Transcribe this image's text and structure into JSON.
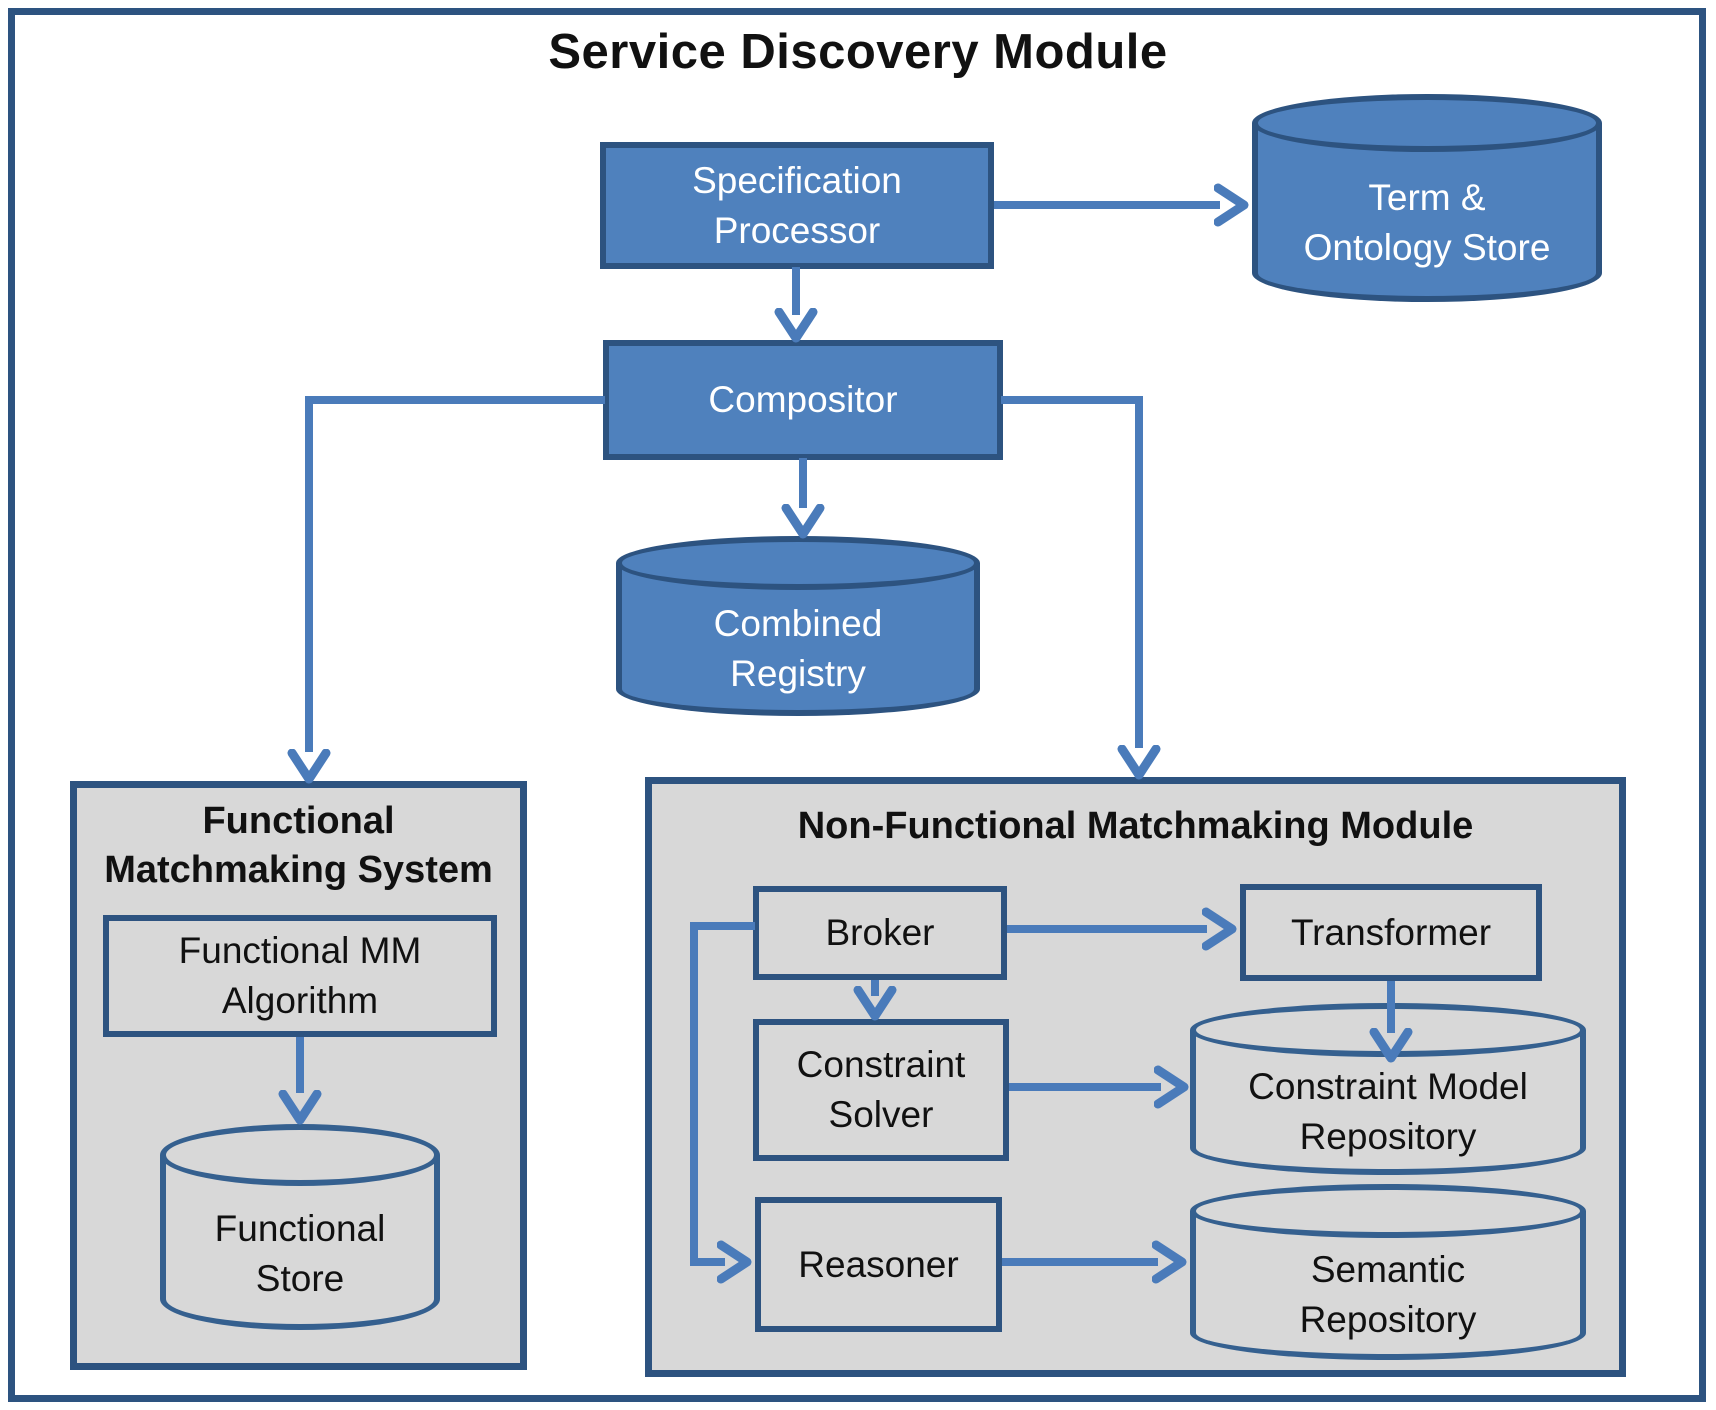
{
  "title": "Service Discovery Module",
  "nodes": {
    "spec_processor": "Specification\nProcessor",
    "term_ontology_store": "Term &\nOntology Store",
    "compositor": "Compositor",
    "combined_registry": "Combined\nRegistry",
    "functional_module_title": "Functional\nMatchmaking System",
    "functional_mm_algorithm": "Functional MM\nAlgorithm",
    "functional_store": "Functional\nStore",
    "nonfunctional_module_title": "Non-Functional Matchmaking  Module",
    "broker": "Broker",
    "transformer": "Transformer",
    "constraint_solver": "Constraint\nSolver",
    "constraint_model_repository": "Constraint Model\nRepository",
    "reasoner": "Reasoner",
    "semantic_repository": "Semantic\nRepository"
  },
  "colors": {
    "blue_fill": "#4f81bd",
    "blue_border": "#2d5380",
    "gray_fill": "#d8d8d8",
    "panel_border": "#2d5380",
    "arrow_blue": "#4a7bba",
    "text_on_blue": "#ffffff",
    "text_on_gray": "#111111"
  }
}
